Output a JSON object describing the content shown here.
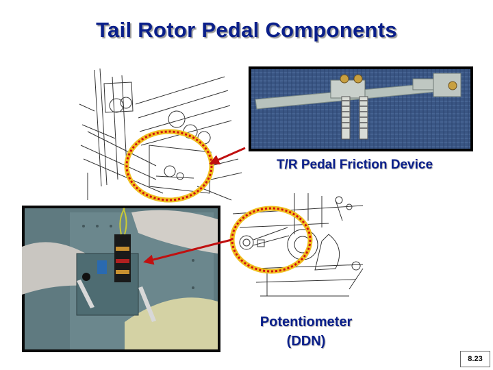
{
  "slide": {
    "title": "Tail Rotor Pedal Components",
    "friction_label": "T/R Pedal Friction Device",
    "potentiometer_label_line1": "Potentiometer",
    "potentiometer_label_line2": "(DDN)",
    "page_number": "8.23"
  },
  "colors": {
    "title": "#0a1f8a",
    "callout_outline_outer": "#f0c020",
    "callout_outline_inner": "#d01010",
    "arrow": "#c01010"
  }
}
